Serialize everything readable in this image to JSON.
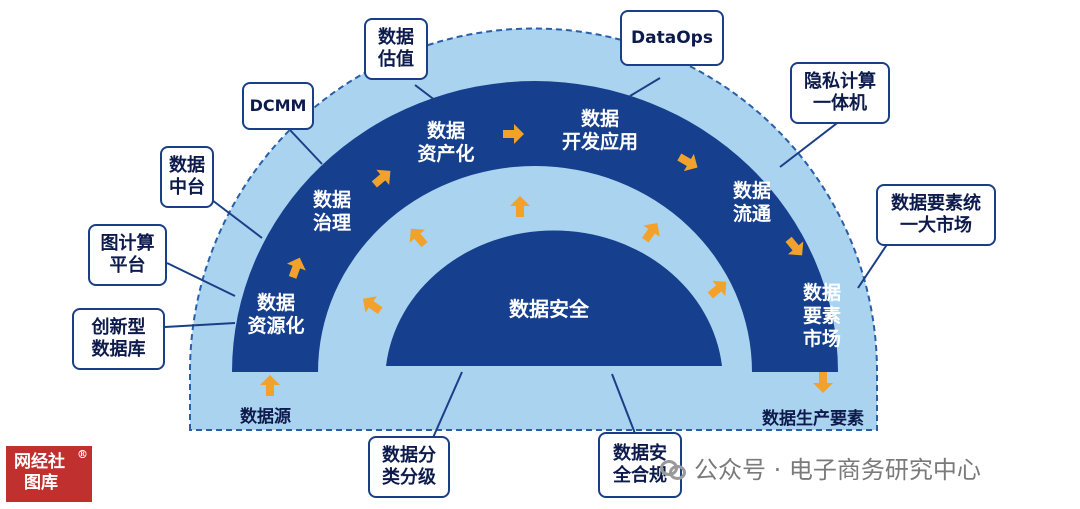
{
  "core": {
    "label": "数据安全"
  },
  "outer_band_steps": [
    [
      "数据",
      "资源化"
    ],
    [
      "数据",
      "治理"
    ],
    [
      "数据",
      "资产化"
    ],
    [
      "数据",
      "开发应用"
    ],
    [
      "数据",
      "流通"
    ],
    [
      "数据",
      "要素",
      "市场"
    ]
  ],
  "bottom_labels": {
    "source": "数据源",
    "output": "数据生产要素"
  },
  "callouts": [
    [
      "创新型",
      "数据库"
    ],
    [
      "图计算",
      "平台"
    ],
    [
      "数据",
      "中台"
    ],
    [
      "DCMM"
    ],
    [
      "数据",
      "估值"
    ],
    [
      "DataOps"
    ],
    [
      "隐私计算",
      "一体机"
    ],
    [
      "数据要素统",
      "一大市场"
    ],
    [
      "数据分",
      "类分级"
    ],
    [
      "数据安",
      "全合规"
    ]
  ],
  "logo": {
    "lines": [
      "网经社",
      "图库"
    ],
    "mark": "®"
  },
  "watermark": {
    "text": "公众号 · 电子商务研究中心"
  },
  "colors": {
    "dark_band": "#163f8e",
    "light_band": "#a9d3ef",
    "arrow": "#f2a22a",
    "outline": "#1b3f87"
  }
}
